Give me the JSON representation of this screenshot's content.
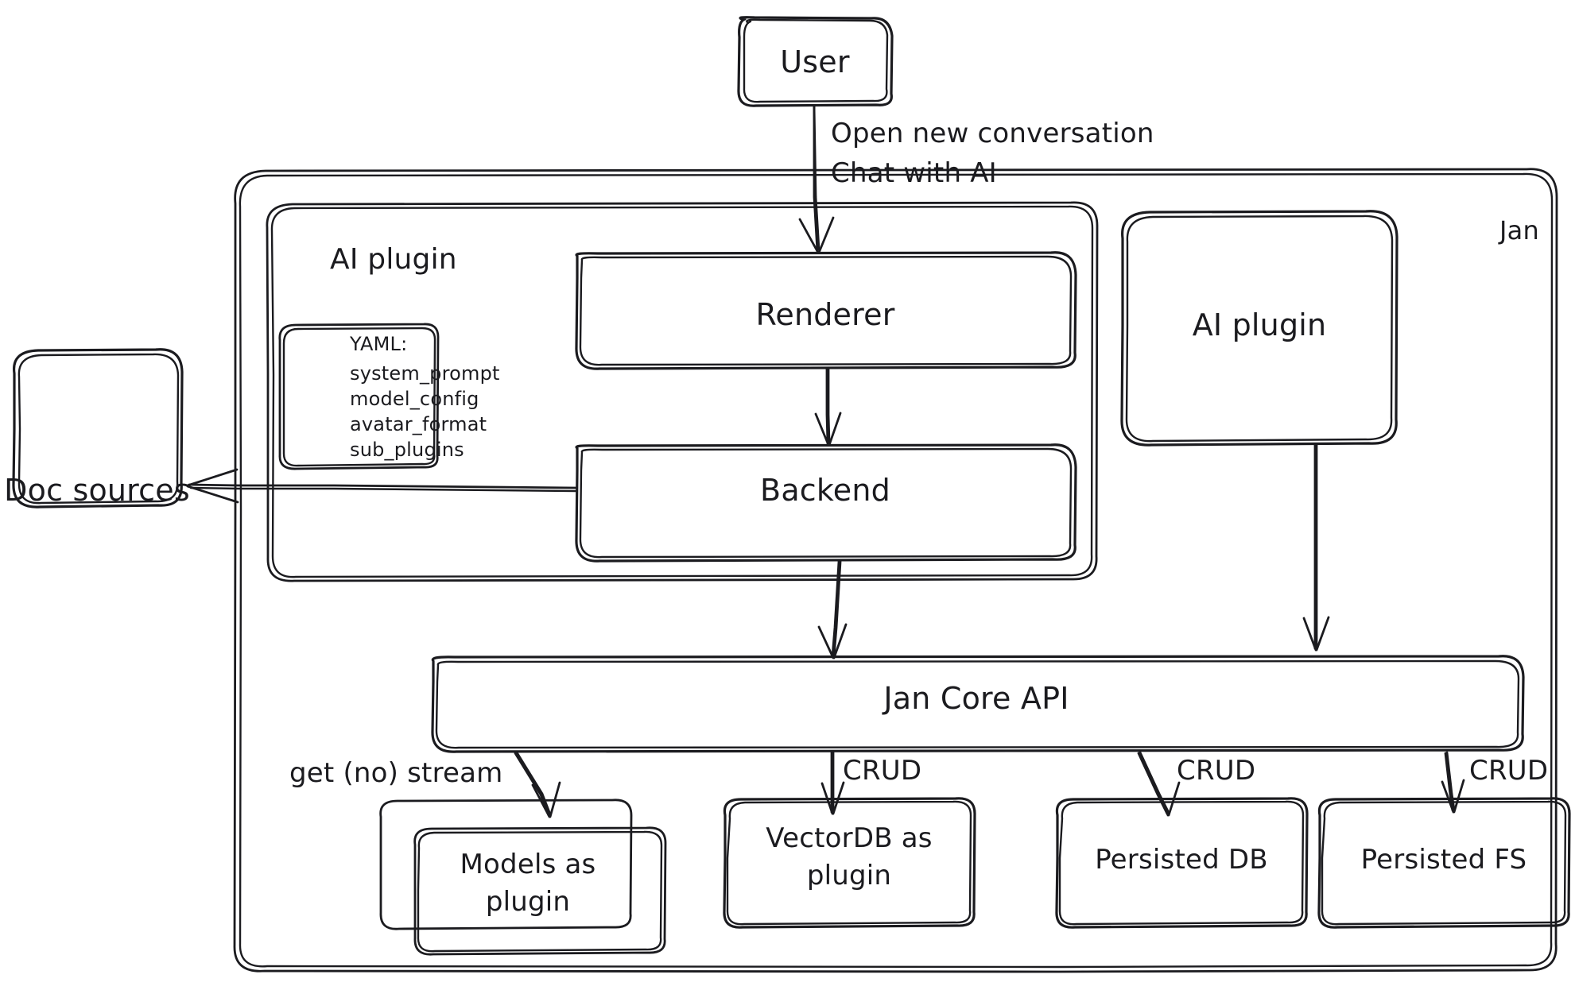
{
  "diagram": {
    "title": "Jan architecture diagram",
    "style": "hand-drawn",
    "stroke_color": "#1b1b1f",
    "background_color": "#ffffff"
  },
  "nodes": {
    "user": {
      "label": "User"
    },
    "jan_container": {
      "label": "Jan"
    },
    "ai_plugin_group": {
      "label": "AI plugin"
    },
    "yaml_note": {
      "title": "YAML:",
      "lines": [
        "system_prompt",
        "model_config",
        "avatar_format",
        "sub_plugins"
      ],
      "text": "YAML:\nsystem_prompt\nmodel_config\navatar_format\nsub_plugins"
    },
    "renderer": {
      "label": "Renderer"
    },
    "backend": {
      "label": "Backend"
    },
    "ai_plugin_box": {
      "label": "AI plugin"
    },
    "doc_sources": {
      "label": "Doc sources"
    },
    "jan_core_api": {
      "label": "Jan Core API"
    },
    "models_as_plugin": {
      "label": "Models as\nplugin",
      "line1": "Models as",
      "line2": "plugin"
    },
    "vectordb_as_plugin": {
      "label": "VectorDB as\nplugin",
      "line1": "VectorDB as",
      "line2": "plugin"
    },
    "persisted_db": {
      "label": "Persisted DB"
    },
    "persisted_fs": {
      "label": "Persisted FS"
    }
  },
  "edges": [
    {
      "from": "user",
      "to": "renderer",
      "label": "Open new conversation\nChat with AI",
      "line1": "Open new conversation",
      "line2": "Chat with AI"
    },
    {
      "from": "renderer",
      "to": "backend",
      "label": ""
    },
    {
      "from": "backend",
      "to": "doc_sources",
      "label": ""
    },
    {
      "from": "backend",
      "to": "jan_core_api",
      "label": ""
    },
    {
      "from": "ai_plugin_box",
      "to": "jan_core_api",
      "label": ""
    },
    {
      "from": "jan_core_api",
      "to": "models_as_plugin",
      "label": "get (no) stream"
    },
    {
      "from": "jan_core_api",
      "to": "vectordb_as_plugin",
      "label": "CRUD"
    },
    {
      "from": "jan_core_api",
      "to": "persisted_db",
      "label": "CRUD"
    },
    {
      "from": "jan_core_api",
      "to": "persisted_fs",
      "label": "CRUD"
    }
  ],
  "edge_labels": {
    "user_to_renderer_line1": "Open new conversation",
    "user_to_renderer_line2": "Chat with AI",
    "get_no_stream": "get (no) stream",
    "crud_vectordb": "CRUD",
    "crud_persisted_db": "CRUD",
    "crud_persisted_fs": "CRUD"
  }
}
